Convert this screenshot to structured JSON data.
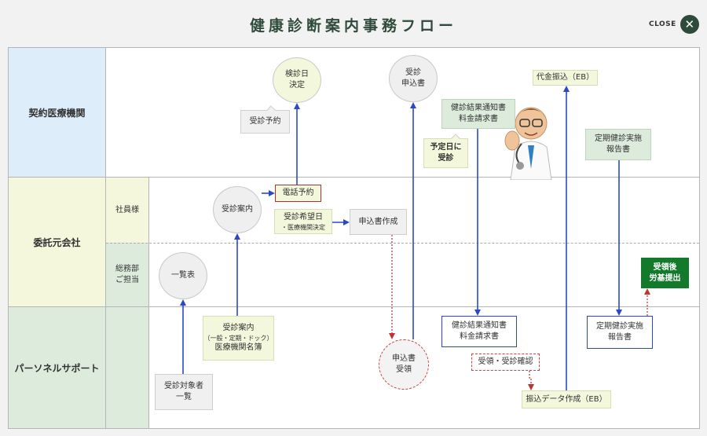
{
  "title": "健康診断案内事務フロー",
  "close_label": "CLOSE",
  "lanes": {
    "clinic": "契約医療機関",
    "company": "委託元会社",
    "employee": "社員様",
    "admin_line1": "総務部",
    "admin_line2": "ご担当",
    "support": "パーソネルサポート"
  },
  "nodes": {
    "exam_date_1": "検診日",
    "exam_date_2": "決定",
    "reservation": "受診予約",
    "application_1": "受診",
    "application_2": "申込書",
    "payment": "代金振込（EB）",
    "result_notice_1": "健診結果通知書",
    "result_notice_2": "料金請求書",
    "scheduled_1": "予定日に",
    "scheduled_2": "受診",
    "periodic_1": "定期健診実施",
    "periodic_2": "報告書",
    "exam_guide": "受診案内",
    "phone": "電話予約",
    "preferred_1": "受診希望日",
    "preferred_2": "・医療機関決定",
    "form_create": "申込書作成",
    "list": "一覧表",
    "submit_1": "受領後",
    "submit_2": "労基提出",
    "guide_doc_1": "受診案内",
    "guide_doc_2": "（一般・定期・ドック）",
    "guide_doc_3": "医療機関名簿",
    "target_1": "受診対象者",
    "target_2": "一覧",
    "receipt_1": "申込書",
    "receipt_2": "受領",
    "result_copy_1": "健診結果通知書",
    "result_copy_2": "料金請求書",
    "confirm": "受領・受診確認",
    "transfer_data": "振込データ作成（EB）",
    "report_copy_1": "定期健診実施",
    "report_copy_2": "報告書"
  },
  "colors": {
    "blue_arrow": "#2a49c8",
    "red_arrow": "#c42f2f",
    "lane_blue": "#ddeefa",
    "lane_yellow": "#f4f7dc",
    "lane_green": "#dcebdc",
    "title": "#2e4a3a"
  },
  "icons": {
    "close": "close-icon",
    "doctor": "doctor-illustration"
  }
}
